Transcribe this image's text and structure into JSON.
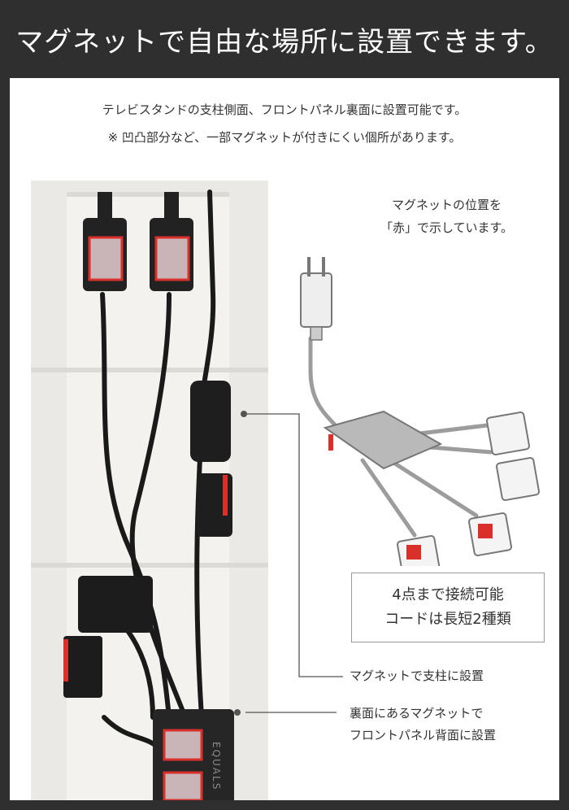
{
  "header": {
    "title": "マグネットで自由な場所に設置できます。"
  },
  "intro": {
    "line1": "テレビスタンドの支柱側面、フロントパネル裏面に設置可能です。",
    "line2": "※ 凹凸部分など、一部マグネットが付きにくい個所があります。"
  },
  "illustration_note": {
    "line1": "マグネットの位置を",
    "line2": "「赤」で示しています。"
  },
  "spec_box": {
    "line1": "4点まで接続可能",
    "line2": "コードは長短2種類"
  },
  "callouts": [
    {
      "text": "マグネットで支柱に設置"
    },
    {
      "line1": "裏面にあるマグネットで",
      "line2": "フロントパネル背面に設置"
    }
  ],
  "brand_label": "EQUALS",
  "colors": {
    "header_bg": "#2f2f2f",
    "magnet_red": "#d9302c",
    "panel_bg": "#ffffff"
  }
}
